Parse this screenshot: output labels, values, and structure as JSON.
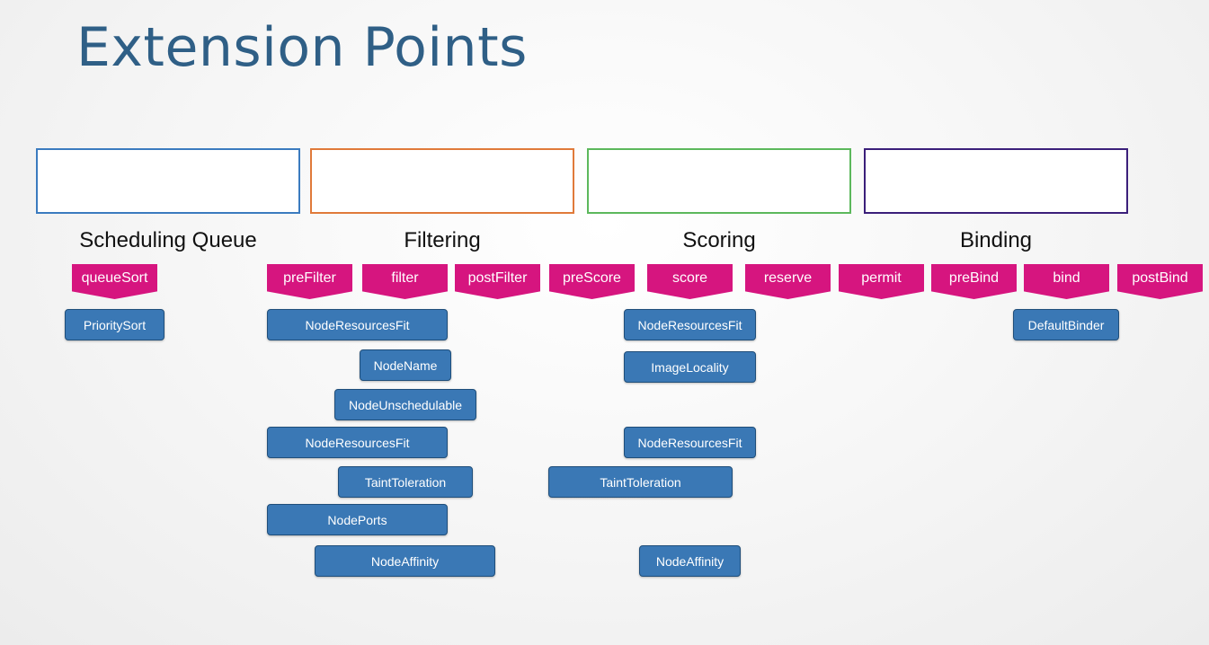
{
  "title": "Extension Points",
  "colors": {
    "title": "#2f5f86",
    "extension_point": "#d6157f",
    "plugin": "#3a78b5",
    "plugin_border": "#1f4e7a"
  },
  "stages": [
    {
      "label": "Scheduling Queue",
      "border_color": "#3b7bbf"
    },
    {
      "label": "Filtering",
      "border_color": "#e07a3a"
    },
    {
      "label": "Scoring",
      "border_color": "#5cb85c"
    },
    {
      "label": "Binding",
      "border_color": "#3b1f7a"
    }
  ],
  "extension_points": [
    "queueSort",
    "preFilter",
    "filter",
    "postFilter",
    "preScore",
    "score",
    "reserve",
    "permit",
    "preBind",
    "bind",
    "postBind"
  ],
  "plugins": [
    "PrioritySort",
    "NodeResourcesFit",
    "NodeName",
    "NodeUnschedulable",
    "NodeResourcesFit",
    "TaintToleration",
    "NodePorts",
    "NodeAffinity",
    "NodeResourcesFit",
    "ImageLocality",
    "NodeResourcesFit",
    "TaintToleration",
    "NodeAffinity",
    "DefaultBinder"
  ]
}
